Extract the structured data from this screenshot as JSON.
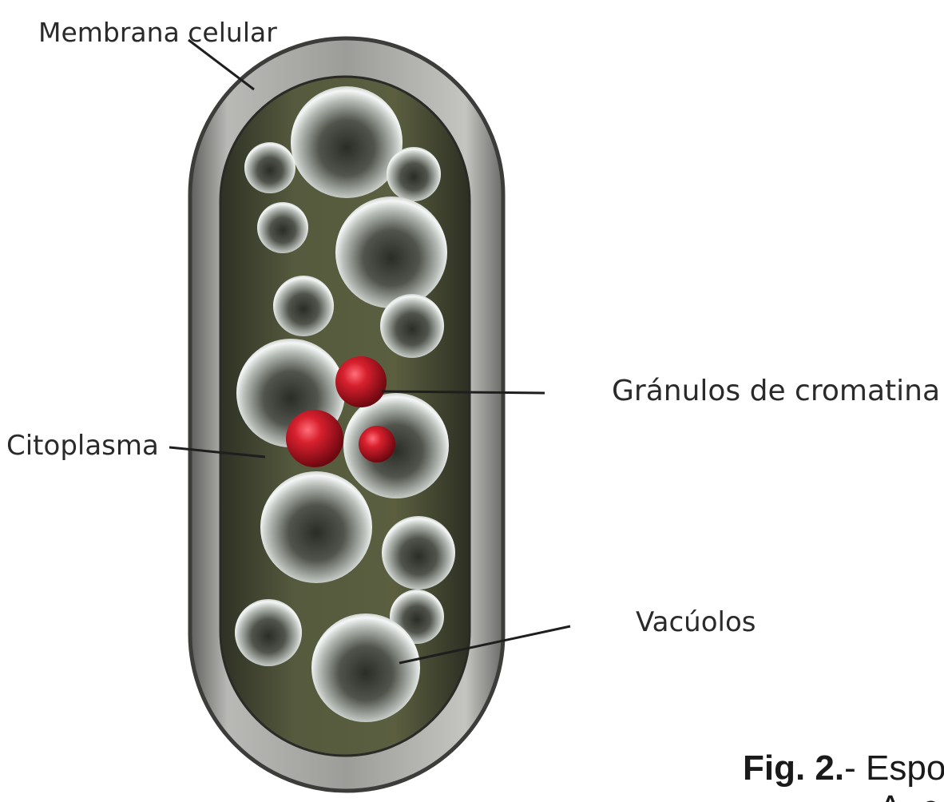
{
  "labels": {
    "membrana": "Membrana celular",
    "granulos": "Gránulos de cromatina",
    "citoplasma": "Citoplasma",
    "vacuolos": "Vacúolos"
  },
  "caption": {
    "fig": "Fig. 2.",
    "text": "- Espo",
    "line2": "A. c"
  },
  "colors": {
    "membrane": "#9a9a98",
    "cytoplasm": "#4e5238",
    "chromatin": "#b0121f",
    "vacuole": "#e6ecea"
  }
}
